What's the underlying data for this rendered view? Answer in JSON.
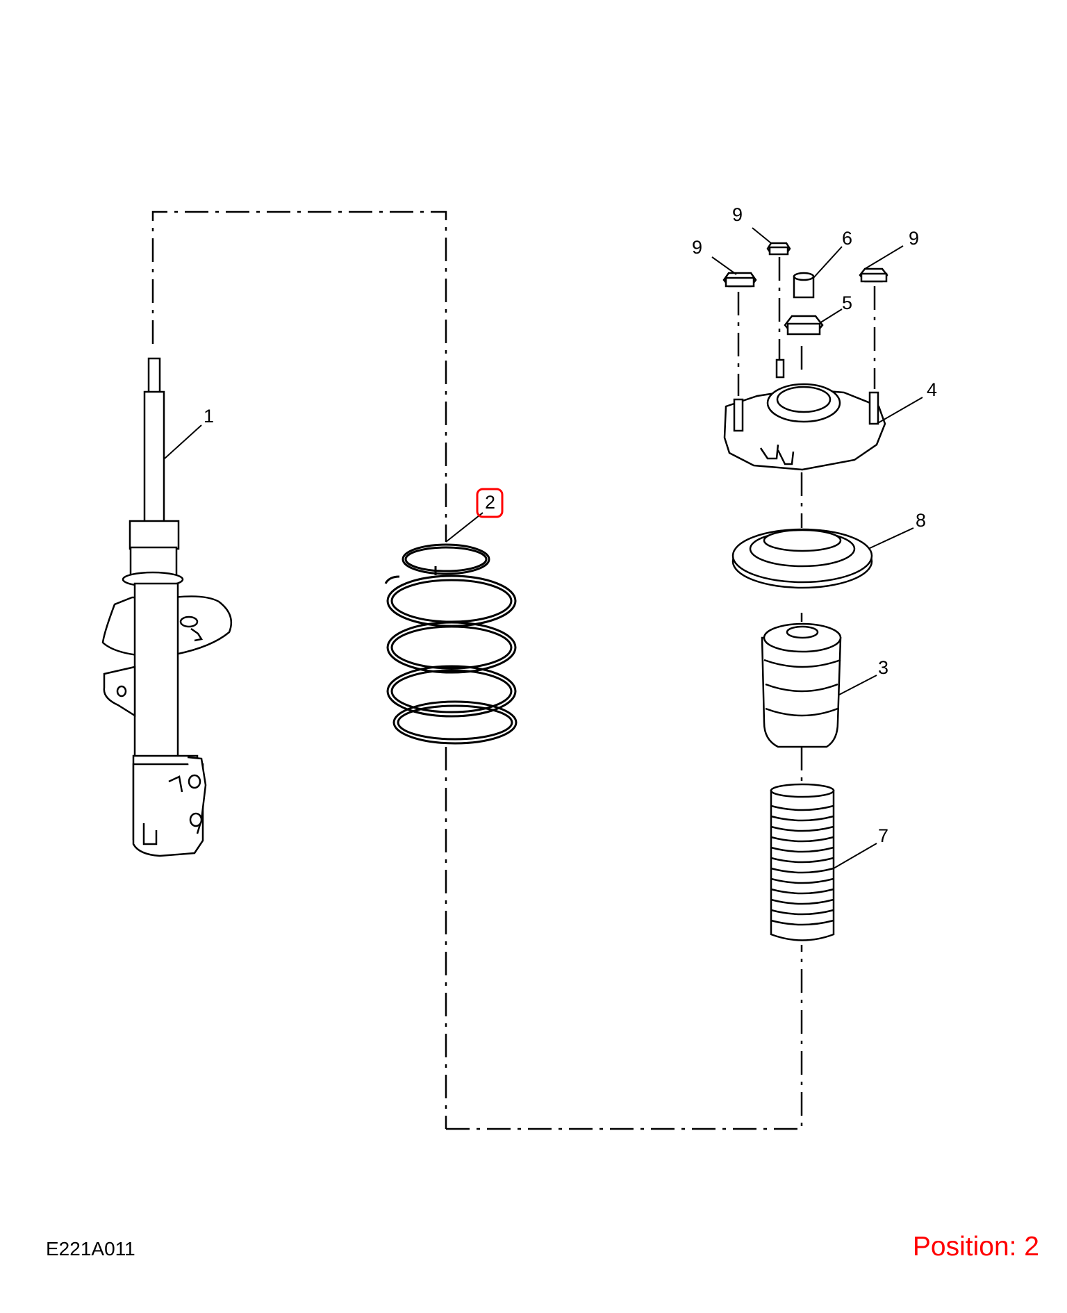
{
  "figure_code": "E221A011",
  "position_text": "Position: 2",
  "highlighted_callout": "2",
  "highlight_color": "#ff0000",
  "callouts": {
    "c1": "1",
    "c2": "2",
    "c3": "3",
    "c4": "4",
    "c5": "5",
    "c6": "6",
    "c7": "7",
    "c8": "8",
    "c9a": "9",
    "c9b": "9",
    "c9c": "9"
  }
}
